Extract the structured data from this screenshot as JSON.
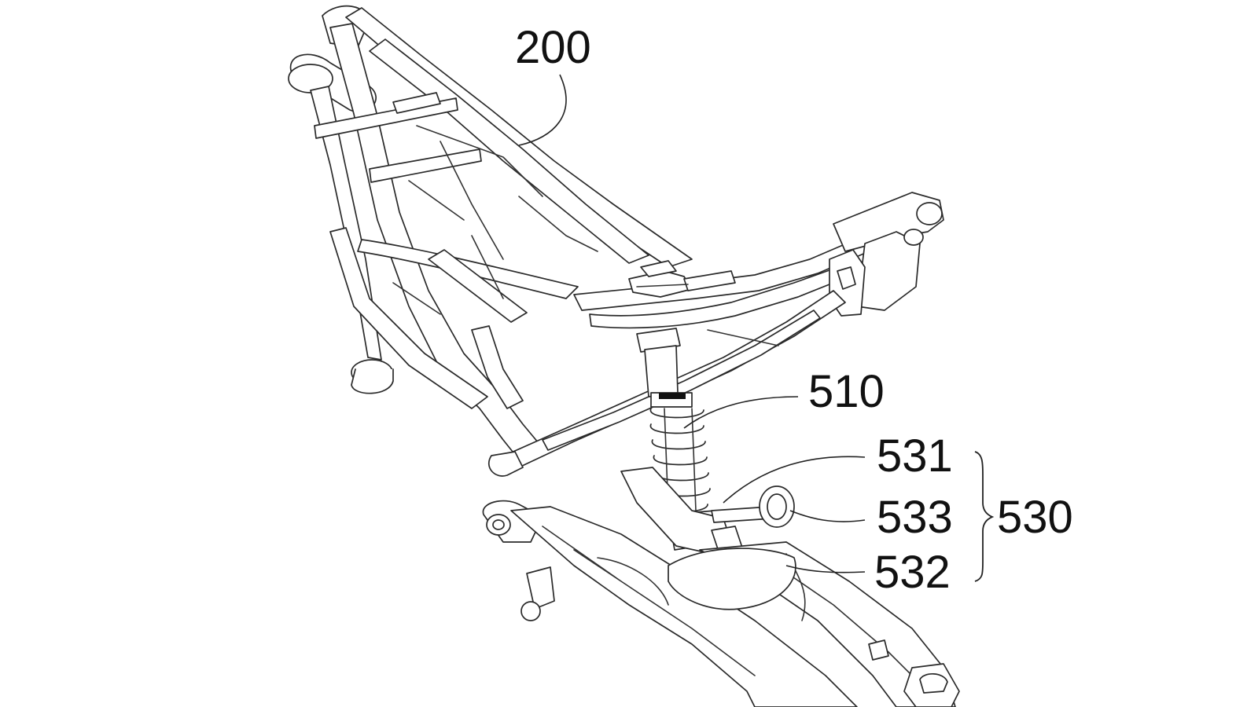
{
  "figure": {
    "labels": {
      "frame": "200",
      "shock": "510",
      "part_531": "531",
      "part_533": "533",
      "part_532": "532",
      "group_530": "530"
    }
  }
}
